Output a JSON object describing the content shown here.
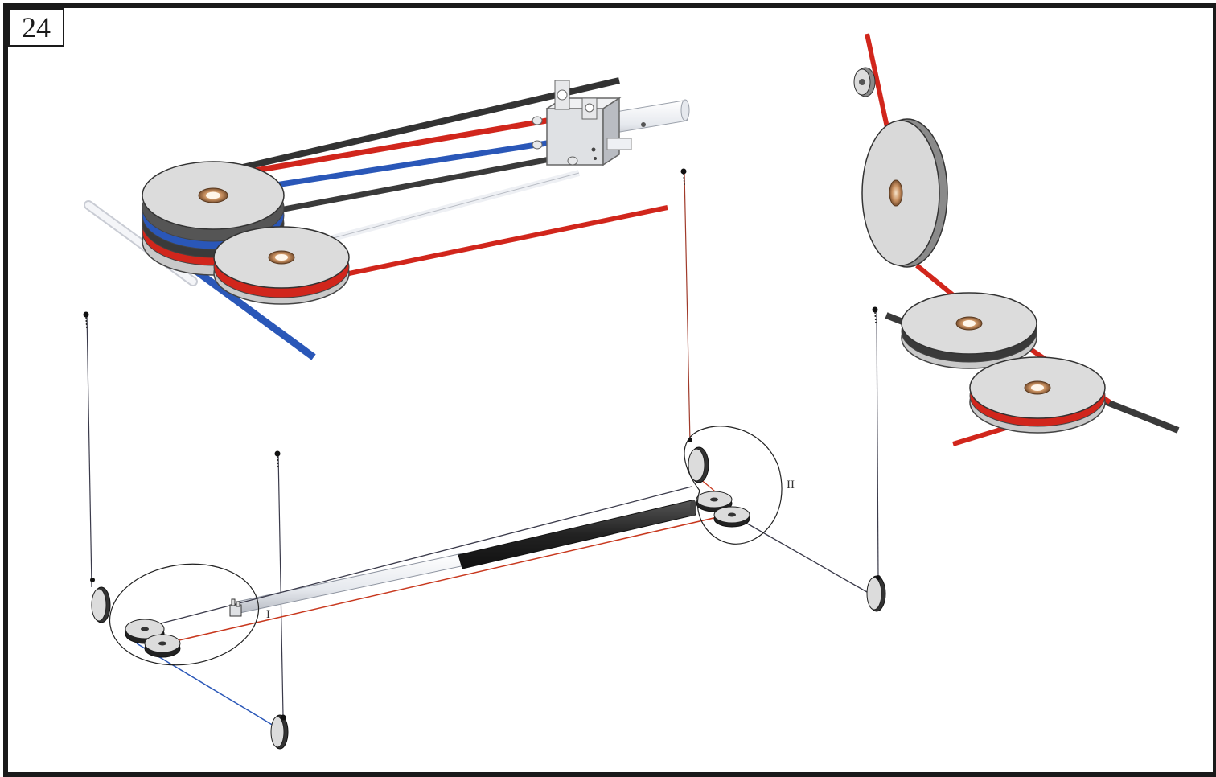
{
  "step": {
    "number": "24"
  },
  "callouts": {
    "detail_one": "I",
    "detail_two": "II"
  },
  "colors": {
    "frame": "#1a1a1a",
    "rope_red": "#d1261c",
    "rope_blue": "#2a57b8",
    "rope_black": "#333333",
    "pulley_face": "#d9d9d9",
    "pulley_edge": "#8a8a8a",
    "bushing": "#c89060",
    "tube_white": "#eef0f4",
    "tube_dark": "#2b2b2b"
  },
  "icons": [
    "pulley-icon",
    "anchor-point-icon",
    "rope-clamp-icon"
  ]
}
